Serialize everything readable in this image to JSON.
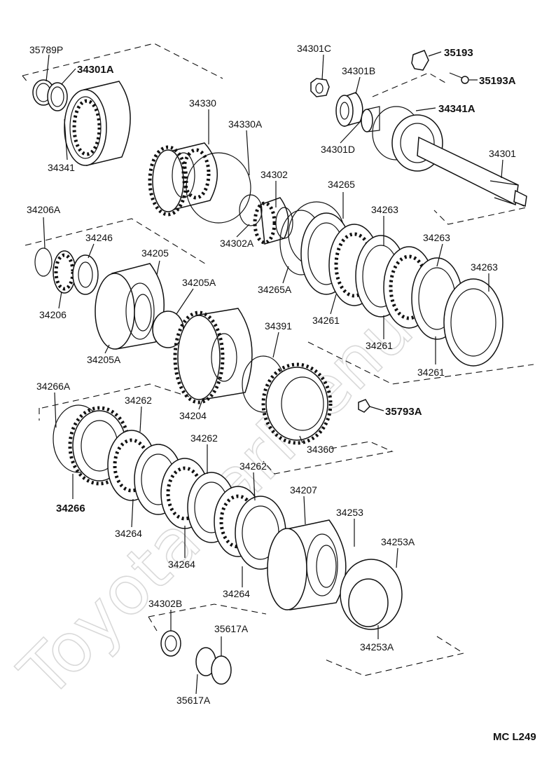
{
  "labels": {
    "l35789P": "35789P",
    "l34301A": "34301A",
    "l34341": "34341",
    "l34330": "34330",
    "l34330A": "34330A",
    "l34301C": "34301C",
    "l34301B": "34301B",
    "l34301D": "34301D",
    "l35193": "35193",
    "l35193A": "35193A",
    "l34341A": "34341A",
    "l34301": "34301",
    "l34302": "34302",
    "l34302A": "34302A",
    "l34265": "34265",
    "l34265A": "34265A",
    "l34263a": "34263",
    "l34263b": "34263",
    "l34263c": "34263",
    "l34261a": "34261",
    "l34261b": "34261",
    "l34261c": "34261",
    "l34206A": "34206A",
    "l34246": "34246",
    "l34205": "34205",
    "l34205A_1": "34205A",
    "l34206": "34206",
    "l34205A_2": "34205A",
    "l34391": "34391",
    "l34204": "34204",
    "l34360": "34360",
    "l35793A": "35793A",
    "l34266A": "34266A",
    "l34262a": "34262",
    "l34262b": "34262",
    "l34262c": "34262",
    "l34266": "34266",
    "l34264a": "34264",
    "l34264b": "34264",
    "l34264c": "34264",
    "l34207": "34207",
    "l34253": "34253",
    "l34253A_1": "34253A",
    "l34253A_2": "34253A",
    "l34302B": "34302B",
    "l35617A_1": "35617A",
    "l35617A_2": "35617A"
  },
  "diagram_code": "MC L249",
  "watermark": "ToyotaCarMenu"
}
